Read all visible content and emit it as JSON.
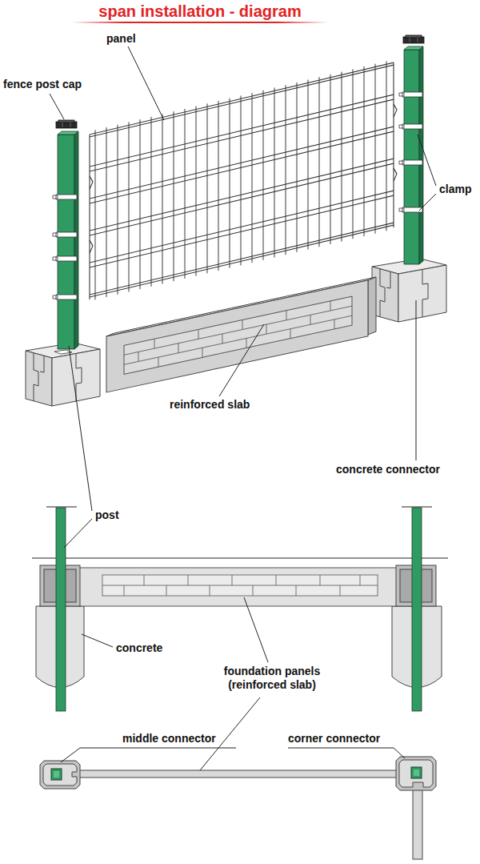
{
  "diagram": {
    "title": "span installation - diagram",
    "labels": [
      "panel",
      "fence post cap",
      "clamp",
      "reinforced slab",
      "concrete connector",
      "post",
      "concrete",
      "foundation panels (reinforced slab)",
      "middle connector",
      "corner connector"
    ]
  }
}
